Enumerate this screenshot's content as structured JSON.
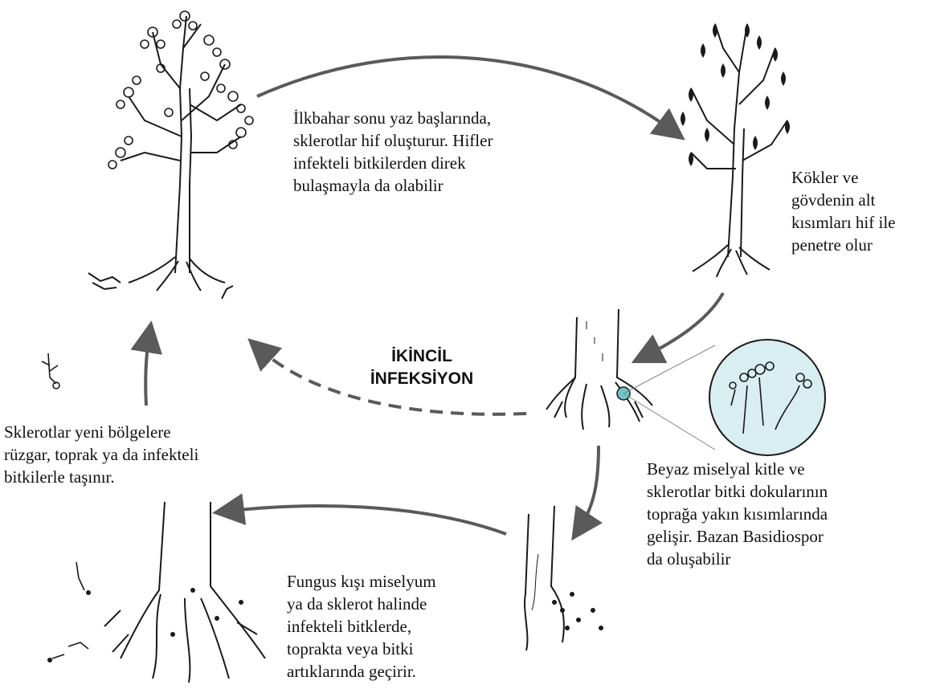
{
  "captions": {
    "spring": "İlkbahar sonu yaz başlarında,\nsklerotlar hif oluşturur. Hifler\ninfekteli bitkilerden direk\nbulaşmayla da olabilir",
    "roots": "Kökler ve\ngövdenin alt\nkısımları hif ile\npenetre olur",
    "mycelium": "Beyaz miselyal kitle ve\nsklerotlar bitki dokularının\ntoprağa yakın kısımlarında\ngelişir. Bazan Basidiospor\nda oluşabilir",
    "winter": "Fungus kışı miselyum\nya da sklerot halinde\ninfekteli bitklerde,\ntoprakta veya bitki\nartıklarında geçirir.",
    "spread": "Sklerotlar yeni bölgelere\nrüzgar, toprak ya da infekteli\nbitkilerle taşınır."
  },
  "secondary_infection": "İKİNCİL\nİNFEKSİYON",
  "colors": {
    "arrow": "#5a5a5a",
    "ink": "#1a1a1a",
    "lens_fill": "#d8eef0",
    "lens_spot": "#6fc6c9"
  }
}
